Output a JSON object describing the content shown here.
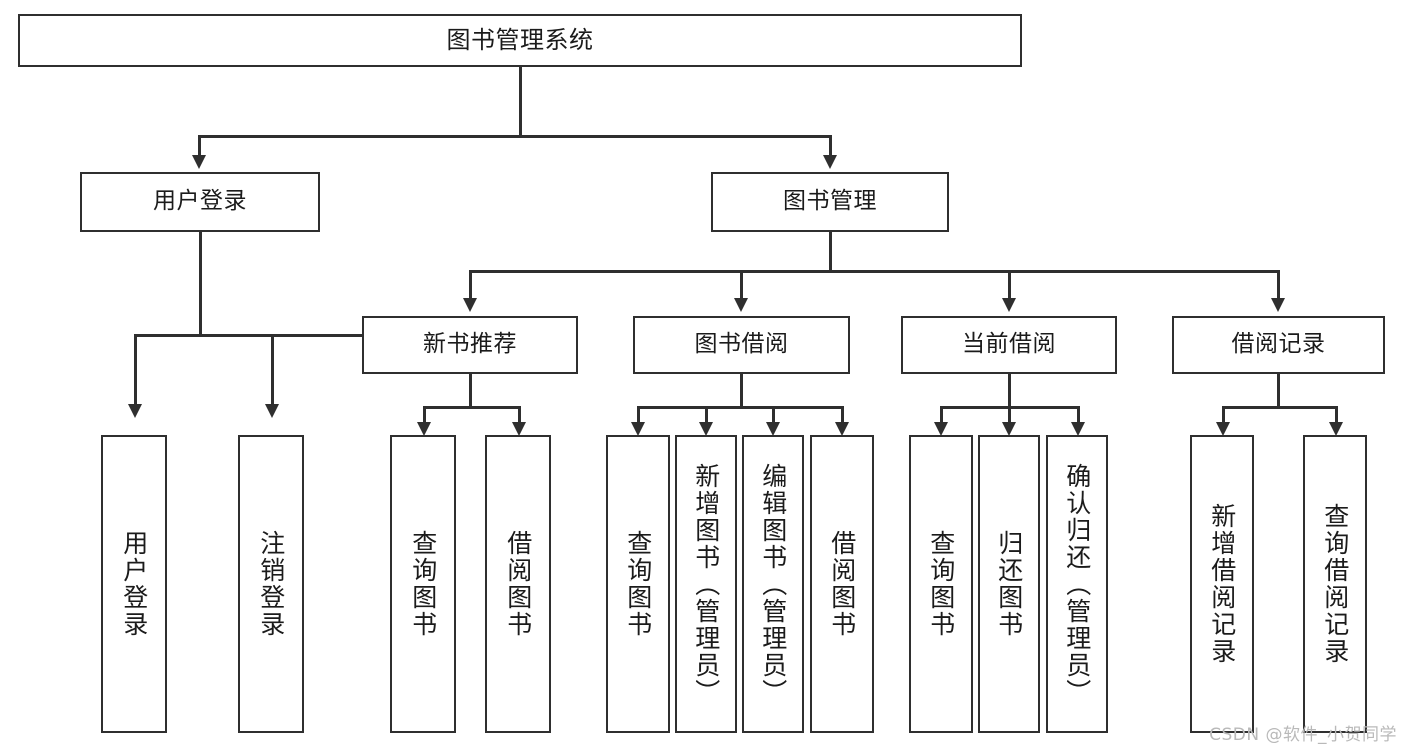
{
  "diagram": {
    "type": "hierarchy-tree",
    "title": "图书管理系统",
    "watermark": "CSDN @软件_小贺同学",
    "colors": {
      "background": "#ffffff",
      "border": "#2f2f2f",
      "text": "#1b1b1b",
      "watermark": "#b9b9b9"
    },
    "nodes": {
      "root": "图书管理系统",
      "user_login": "用户登录",
      "book_manage": "图书管理",
      "new_book_rec": "新书推荐",
      "book_borrow": "图书借阅",
      "current_borrow": "当前借阅",
      "borrow_record": "借阅记录",
      "leaf_user_login": "用户登录",
      "leaf_logout": "注销登录",
      "leaf_query_book_1": "查询图书",
      "leaf_borrow_book_1": "借阅图书",
      "leaf_query_book_2": "查询图书",
      "leaf_add_book": "新增图书（管理员）",
      "leaf_edit_book": "编辑图书（管理员）",
      "leaf_borrow_book_2": "借阅图书",
      "leaf_query_book_3": "查询图书",
      "leaf_return_book": "归还图书",
      "leaf_confirm_return": "确认归还（管理员）",
      "leaf_add_record": "新增借阅记录",
      "leaf_query_record": "查询借阅记录"
    }
  }
}
